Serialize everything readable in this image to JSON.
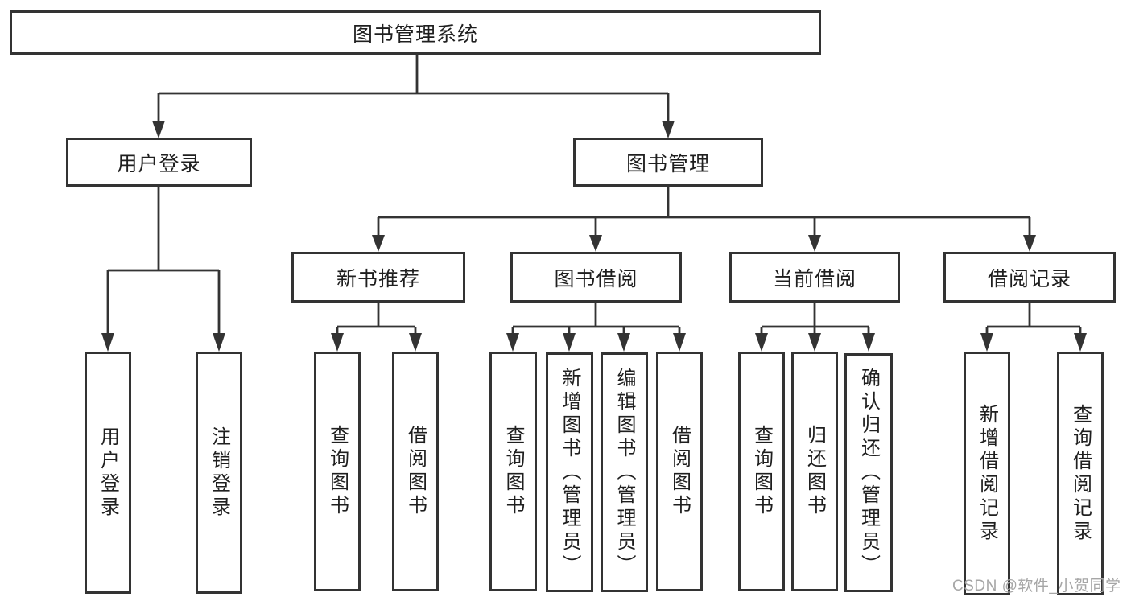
{
  "tree": {
    "root": {
      "label": "图书管理系统",
      "children": [
        {
          "label": "用户登录",
          "children": [
            {
              "label": "用户登录"
            },
            {
              "label": "注销登录"
            }
          ]
        },
        {
          "label": "图书管理",
          "children": [
            {
              "label": "新书推荐",
              "children": [
                {
                  "label": "查询图书"
                },
                {
                  "label": "借阅图书"
                }
              ]
            },
            {
              "label": "图书借阅",
              "children": [
                {
                  "label": "查询图书"
                },
                {
                  "label": "新增图书（管理员）"
                },
                {
                  "label": "编辑图书（管理员）"
                },
                {
                  "label": "借阅图书"
                }
              ]
            },
            {
              "label": "当前借阅",
              "children": [
                {
                  "label": "查询图书"
                },
                {
                  "label": "归还图书"
                },
                {
                  "label": "确认归还（管理员）"
                }
              ]
            },
            {
              "label": "借阅记录",
              "children": [
                {
                  "label": "新增借阅记录"
                },
                {
                  "label": "查询借阅记录"
                }
              ]
            }
          ]
        }
      ]
    }
  },
  "watermark": {
    "text": "CSDN @软件_小贺同学"
  },
  "colors": {
    "line": "#333333",
    "box_border": "#333333",
    "box_fill": "#ffffff",
    "text": "#1f1f1f",
    "watermark": "#a6a6a6",
    "background": "#ffffff"
  }
}
